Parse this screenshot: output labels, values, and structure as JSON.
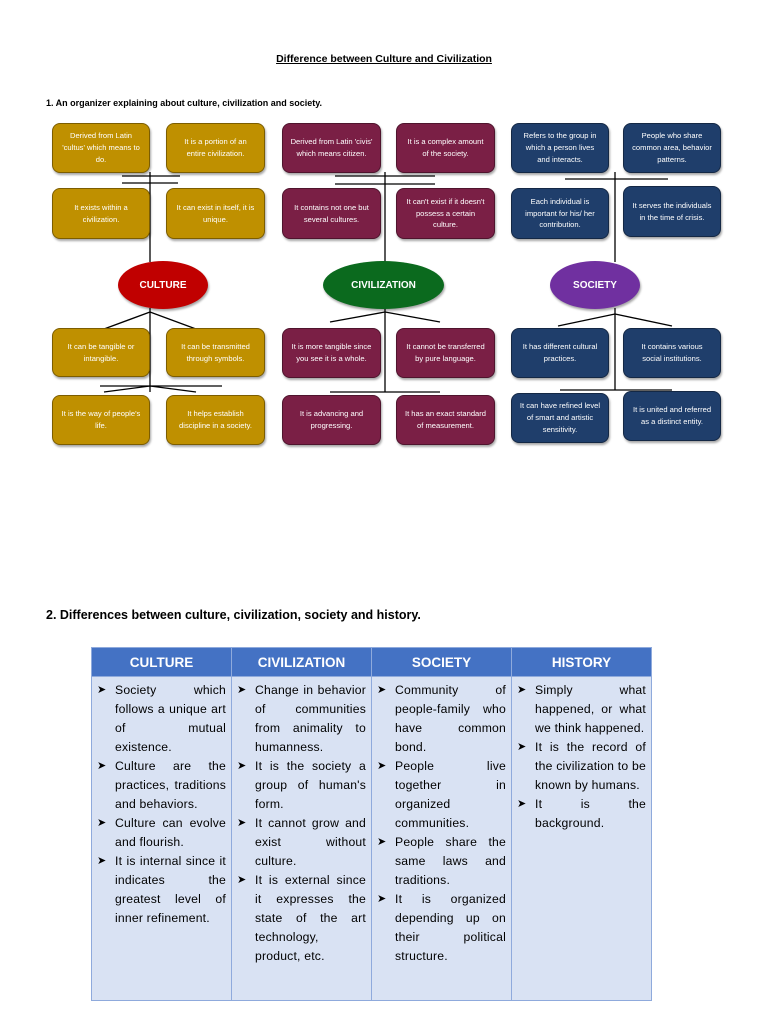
{
  "title": "Difference between Culture and Civilization",
  "section1_heading": "1. An organizer explaining about culture, civilization and society.",
  "organizers": {
    "culture": {
      "hub": "CULTURE",
      "hub_color": "#c00000",
      "box_color": "#bf9000",
      "boxes": [
        "Derived from Latin 'cultus' which means to do.",
        "It is a portion of an entire civilization.",
        "It exists within a civilization.",
        "It can exist in itself, it is unique.",
        "It can be tangible or intangible.",
        "It can be transmitted through symbols.",
        "It is the way of people's life.",
        "It helps establish discipline in a society."
      ]
    },
    "civilization": {
      "hub": "CIVILIZATION",
      "hub_color": "#0b6a1e",
      "box_color": "#7a1f45",
      "boxes": [
        "Derived from Latin 'civis' which means citizen.",
        "It is a complex amount of the society.",
        "It contains not one but several cultures.",
        "It can't exist if it doesn't possess a certain culture.",
        "It is more tangible since you see it is a whole.",
        "It cannot be transferred by pure language.",
        "It is advancing and progressing.",
        "It has an exact standard of measurement."
      ]
    },
    "society": {
      "hub": "SOCIETY",
      "hub_color": "#7030a0",
      "box_color": "#1f3e6b",
      "boxes": [
        "Refers to the group in which a person lives and interacts.",
        "People who share common area, behavior patterns.",
        "Each individual is important for his/ her contribution.",
        "It serves the individuals in the time of crisis.",
        "It has different cultural practices.",
        "It contains various social institutions.",
        "It can have refined level of smart and artistic sensitivity.",
        "It is united and referred as a distinct entity."
      ]
    }
  },
  "section2_heading": "2. Differences between culture, civilization, society and history.",
  "table": {
    "headers": [
      "CULTURE",
      "CIVILIZATION",
      "SOCIETY",
      "HISTORY"
    ],
    "columns": [
      [
        "Society which follows a unique art of mutual existence.",
        "Culture are the practices, traditions and behaviors.",
        "Culture can evolve and flourish.",
        "It is internal since it indicates the greatest level of inner refinement."
      ],
      [
        "Change in behavior of communities from animality to humanness.",
        "It is the society a group of human's form.",
        "It cannot grow and exist without culture.",
        "It is external since it expresses the state of the art technology, product, etc."
      ],
      [
        "Community of people-family who have common bond.",
        "People live together in organized communities.",
        "People share the same laws and traditions.",
        "It is organized depending up on their political structure."
      ],
      [
        "Simply what happened, or what we think happened.",
        "It is the record of the civilization to be known by humans.",
        "It is the background."
      ]
    ]
  }
}
